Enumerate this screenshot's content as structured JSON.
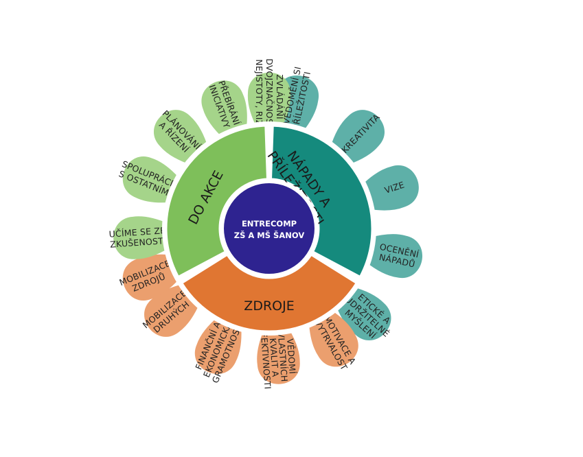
{
  "center": {
    "line1": "ENTRECOMP",
    "line2": "ZŠ A MŠ ŠANOV",
    "color": "#2e2390"
  },
  "areas": [
    {
      "id": "napady",
      "title_lines": [
        "NÁPADY A",
        "PŘÍLEŽITOSTI"
      ],
      "ring_color": "#158a7d",
      "petal_color": "#5eb0a8",
      "competences": [
        [
          "UVĚDOMĚNÍ SI",
          "PŘÍLEŽITOSTI"
        ],
        [
          "KREATIVITA"
        ],
        [
          "VIZE"
        ],
        [
          "OCENĚNÍ",
          "NÁPADŮ"
        ],
        [
          "ETICKÉ A",
          "UDRŽITELNÉ",
          "MYŠLENÍ"
        ]
      ]
    },
    {
      "id": "zdroje",
      "title_lines": [
        "ZDROJE"
      ],
      "ring_color": "#e07632",
      "petal_color": "#eb9f6e",
      "competences": [
        [
          "MOTIVACE A",
          "VYTRVALOST"
        ],
        [
          "VĚDOMÍ",
          "VLASTNÍCH",
          "KVALIT A",
          "EFEKTIVNOSTI"
        ],
        [
          "FINANČNÍ A",
          "EKONOMICKÁ",
          "GRAMOTNOST"
        ],
        [
          "MOBILIZACE",
          "DRUHÝCH"
        ],
        [
          "MOBILIZACE",
          "ZDROJŮ"
        ]
      ]
    },
    {
      "id": "do-akce",
      "title_lines": [
        "DO AKCE"
      ],
      "ring_color": "#7ebf5a",
      "petal_color": "#a5d48a",
      "competences": [
        [
          "UČÍME SE ZE",
          "ZKUŠENOSTI"
        ],
        [
          "SPOLUPRÁCE",
          "S OSTATNÍMI"
        ],
        [
          "PLÁNOVÁNÍ",
          "A ŘÍZENÍ"
        ],
        [
          "PŘEBÍRÁNÍ",
          "INICIATIVY"
        ],
        [
          "ZVLÁDÁNÍ",
          "DVOJZNAČNOSTI,",
          "NEJISTOTY, RIZIK"
        ]
      ]
    }
  ],
  "text_color": "#222222"
}
